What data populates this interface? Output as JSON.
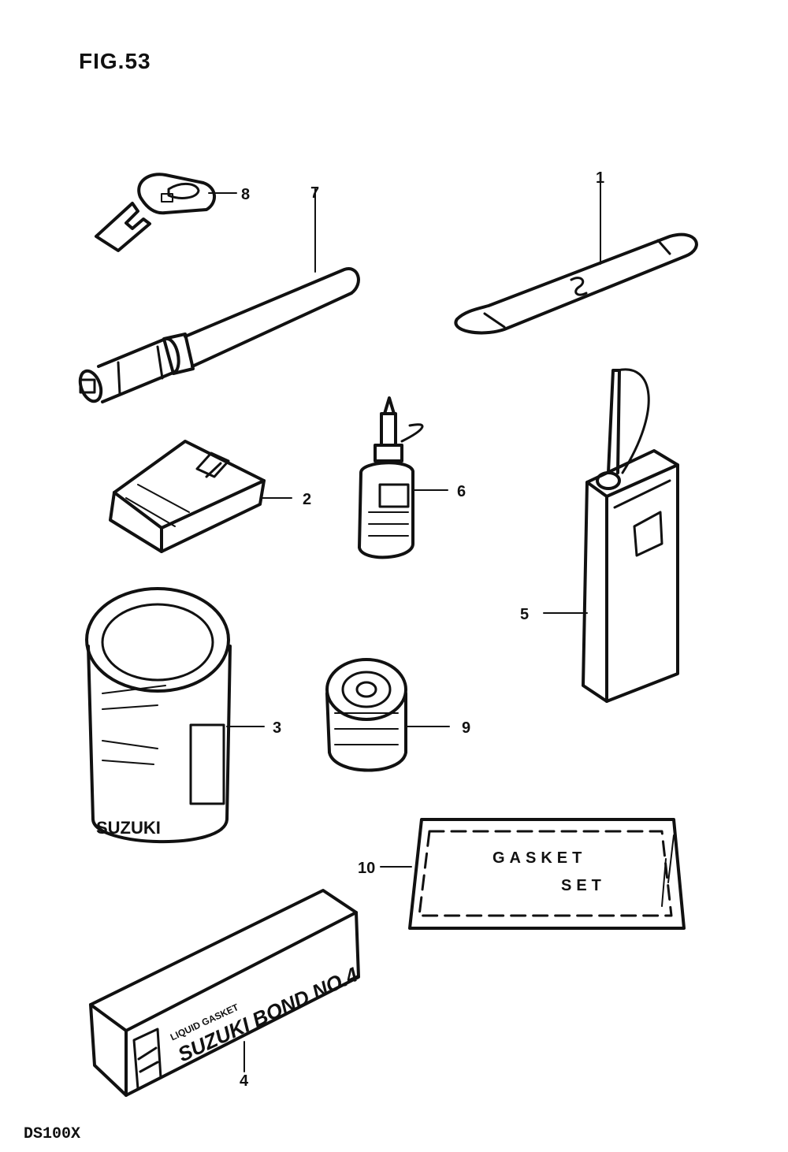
{
  "figure_title": "FIG.53",
  "model_code": "DS100X",
  "callouts": [
    "1",
    "2",
    "3",
    "4",
    "5",
    "6",
    "7",
    "8",
    "9",
    "10"
  ],
  "gasket_text": {
    "line1": "GASKET",
    "line2": "SET"
  },
  "bond_text": {
    "small": "LIQUID GASKET",
    "big": "SUZUKI BOND NO.4"
  },
  "can_text": {
    "brand": "SUZUKI"
  }
}
